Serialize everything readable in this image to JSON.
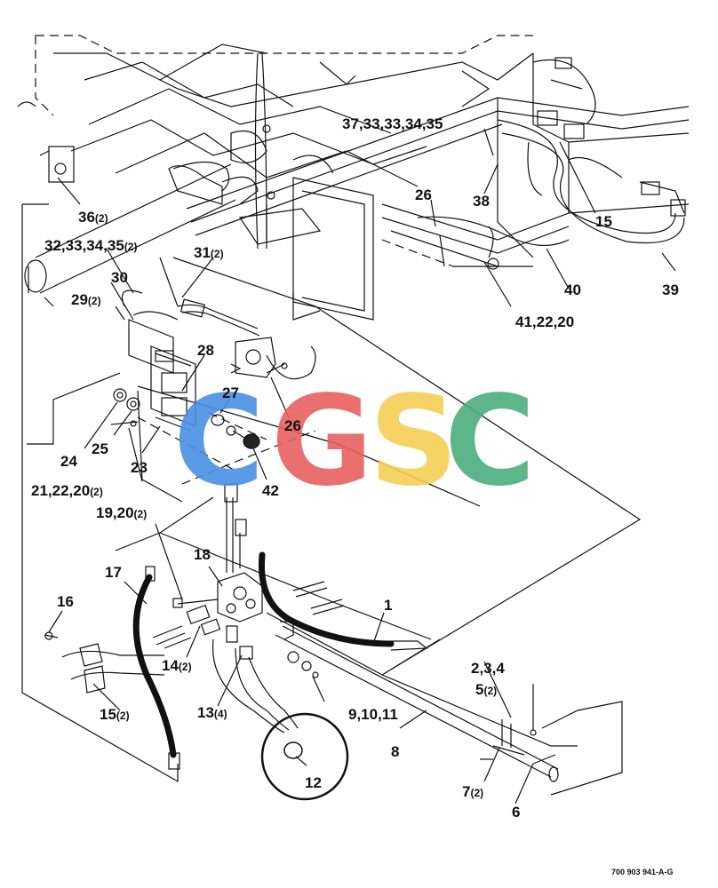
{
  "drawing_number": "700 903 941-A-G",
  "watermark": {
    "letters": [
      "C",
      "G",
      "S",
      "C"
    ],
    "colors": [
      "#4a90e2",
      "#e86060",
      "#f4cf55",
      "#4caf7d"
    ]
  },
  "callouts": {
    "c36": {
      "label": "36",
      "qty": "(2)"
    },
    "c32": {
      "label": "32,33,34,35",
      "qty": "(2)"
    },
    "c31": {
      "label": "31",
      "qty": "(2)"
    },
    "c30": {
      "label": "30"
    },
    "c29": {
      "label": "29",
      "qty": "(2)"
    },
    "c28": {
      "label": "28"
    },
    "c27": {
      "label": "27"
    },
    "c26a": {
      "label": "26"
    },
    "c26b": {
      "label": "26"
    },
    "c24": {
      "label": "24"
    },
    "c25": {
      "label": "25"
    },
    "c23": {
      "label": "23"
    },
    "c42": {
      "label": "42"
    },
    "c21": {
      "label": "21,22,20",
      "qty": "(2)"
    },
    "c19": {
      "label": "19,20",
      "qty": "(2)"
    },
    "c18": {
      "label": "18"
    },
    "c17": {
      "label": "17"
    },
    "c16": {
      "label": "16"
    },
    "c14": {
      "label": "14",
      "qty": "(2)"
    },
    "c15a": {
      "label": "15",
      "qty": "(2)"
    },
    "c15b": {
      "label": "15"
    },
    "c13": {
      "label": "13",
      "qty": "(4)"
    },
    "c12": {
      "label": "12"
    },
    "c1": {
      "label": "1"
    },
    "c9": {
      "label": "9,10,11"
    },
    "c8": {
      "label": "8"
    },
    "c234": {
      "label": "2,3,4"
    },
    "c5": {
      "label": "5",
      "qty": "(2)"
    },
    "c7": {
      "label": "7",
      "qty": "(2)"
    },
    "c6": {
      "label": "6"
    },
    "c37": {
      "label": "37,33,33,34,35"
    },
    "c38": {
      "label": "38"
    },
    "c40": {
      "label": "40"
    },
    "c39": {
      "label": "39"
    },
    "c41": {
      "label": "41,22,20"
    }
  }
}
